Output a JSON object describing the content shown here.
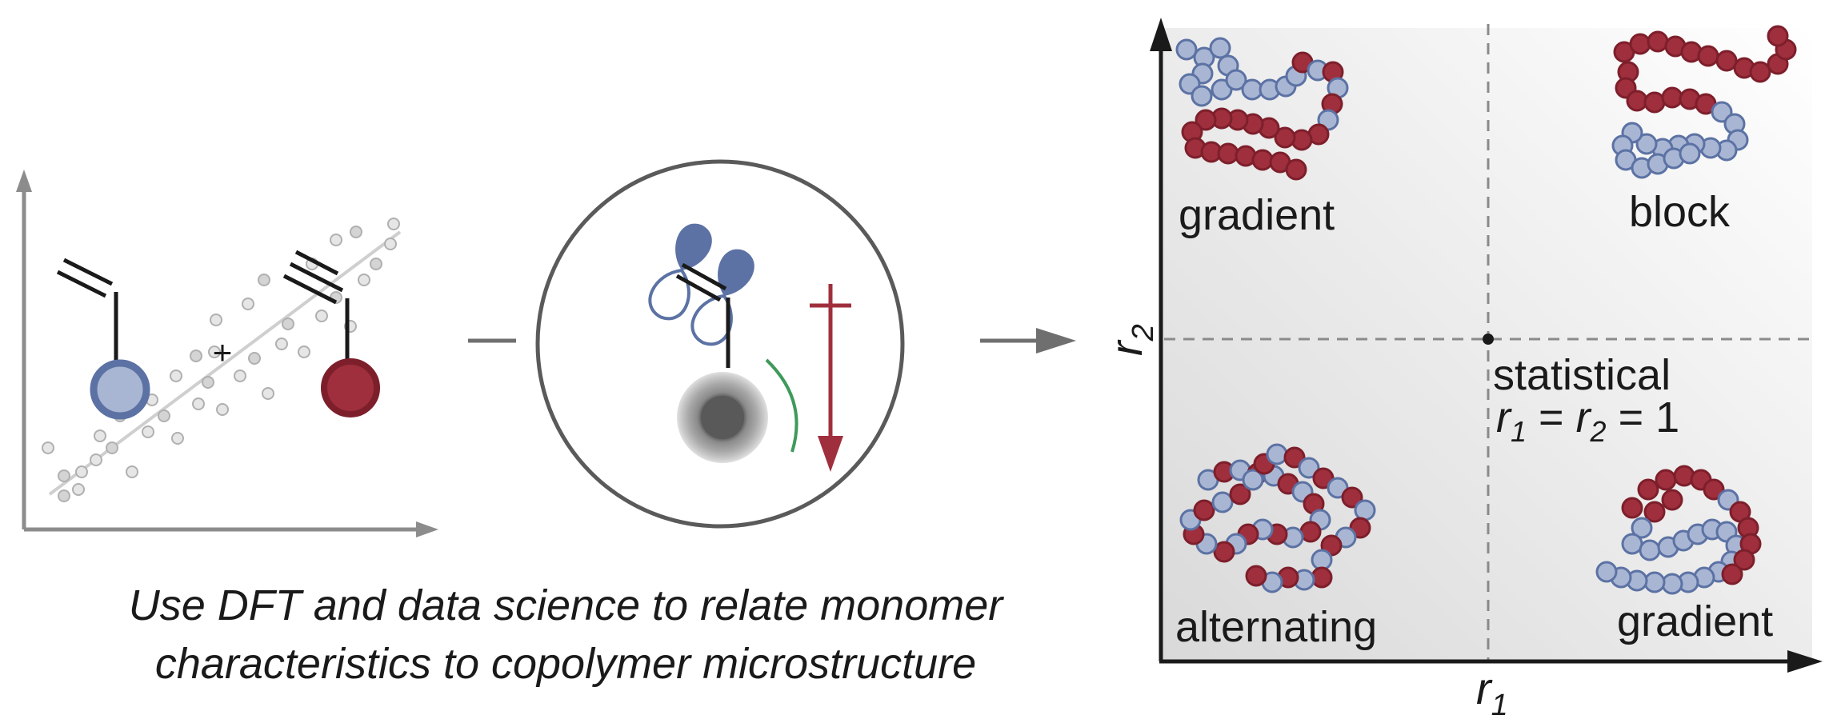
{
  "caption": {
    "line1": "Use DFT and data science to relate monomer",
    "line2": "characteristics to copolymer microstructure"
  },
  "left_panel": {
    "plus_sign": "+"
  },
  "quadrant_plot": {
    "x_axis": {
      "symbol": "r",
      "subscript": "1"
    },
    "y_axis": {
      "symbol": "r",
      "subscript": "2"
    },
    "quadrants": {
      "top_left": "gradient",
      "top_right": "block",
      "bottom_left": "alternating",
      "bottom_right": "gradient"
    },
    "center": {
      "label": "statistical",
      "equation": {
        "r1": "r",
        "s1": "1",
        "eq1": " = ",
        "r2": "r",
        "s2": "2",
        "eq2": " = 1"
      }
    }
  },
  "colors": {
    "blue_fill": "#a9b6d3",
    "blue_stroke": "#5c72a4",
    "red_fill": "#9f2f3d",
    "red_stroke": "#7d1f2b",
    "axis": "#7a7a7a",
    "dark": "#1a1a1a",
    "green_arc": "#3f9a5a"
  }
}
